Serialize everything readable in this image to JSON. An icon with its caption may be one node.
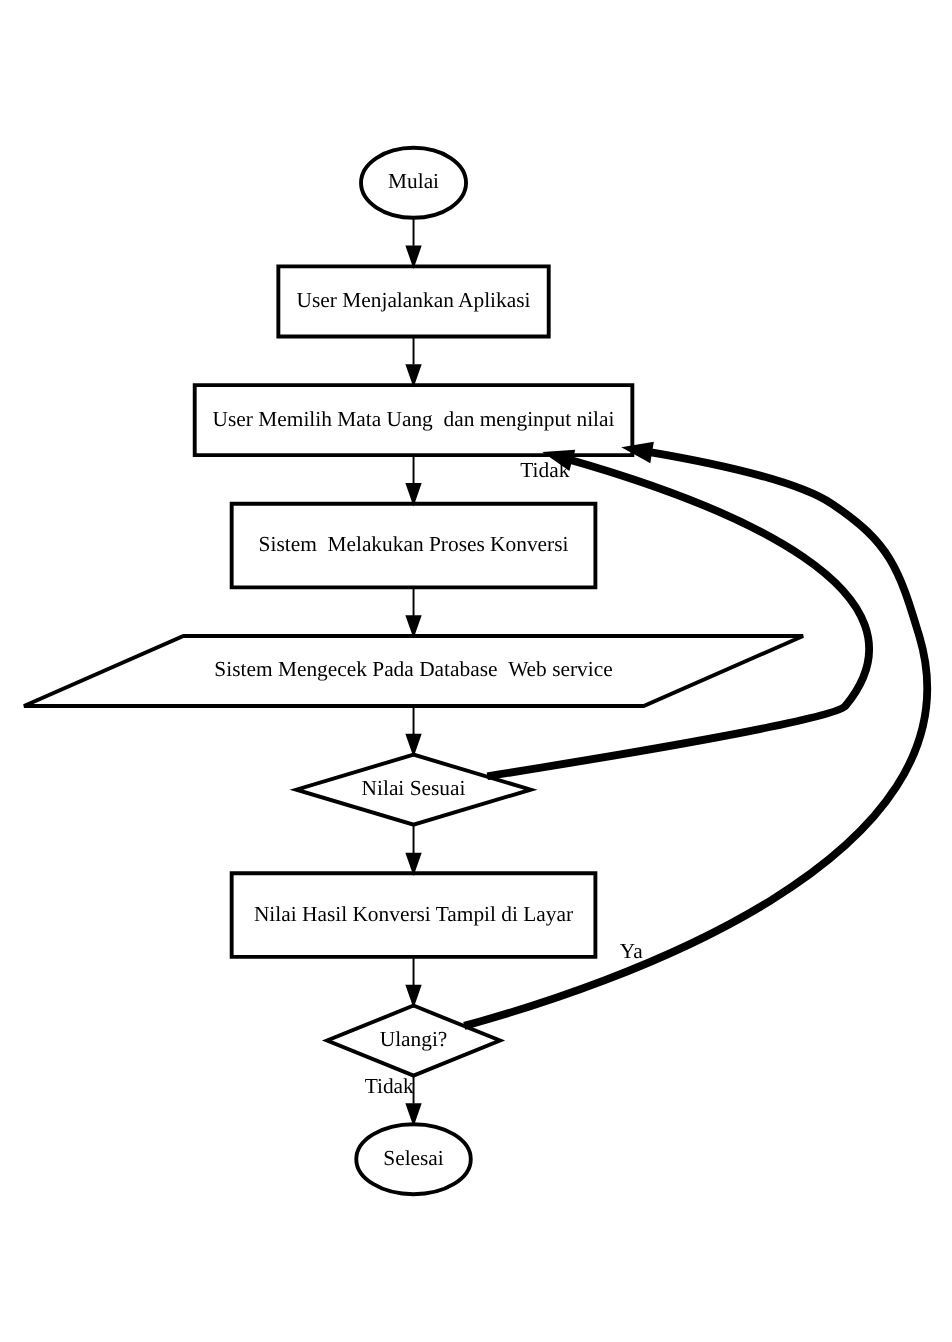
{
  "diagram": {
    "nodes": [
      {
        "text": [
          "Mulai"
        ]
      },
      {
        "text": [
          "User Menjalankan Aplikasi"
        ]
      },
      {
        "text": [
          "User Memilih Mata Uang  dan menginput nilai"
        ]
      },
      {
        "text": [
          "Sistem  Melakukan Proses Konversi"
        ]
      },
      {
        "text": [
          "Sistem Mengecek Pada Database  Web service"
        ]
      },
      {
        "text": [
          "Nilai Sesuai"
        ]
      },
      {
        "text": [
          "Nilai Hasil Konversi Tampil di Layar"
        ]
      },
      {
        "text": [
          "Ulangi?"
        ]
      },
      {
        "text": [
          "Selesai"
        ]
      }
    ],
    "edges": [
      {
        "from": 0,
        "to": 1,
        "arrow": "to"
      },
      {
        "from": 1,
        "to": 2,
        "arrow": "to"
      },
      {
        "from": 2,
        "to": 3,
        "arrow": "to"
      },
      {
        "from": 3,
        "to": 4,
        "arrow": "to"
      },
      {
        "from": 4,
        "to": 5,
        "arrow": "to"
      },
      {
        "from": 5,
        "to": 2,
        "arrow": "to",
        "label": "Tidak",
        "style": "thick"
      },
      {
        "from": 5,
        "to": 6,
        "arrow": "to"
      },
      {
        "from": 6,
        "to": 7,
        "arrow": "to"
      },
      {
        "from": 7,
        "to": 2,
        "arrow": "to",
        "label": "Ya",
        "style": "thick"
      },
      {
        "from": 7,
        "to": 8,
        "arrow": "to",
        "label": "Tidak"
      }
    ]
  }
}
